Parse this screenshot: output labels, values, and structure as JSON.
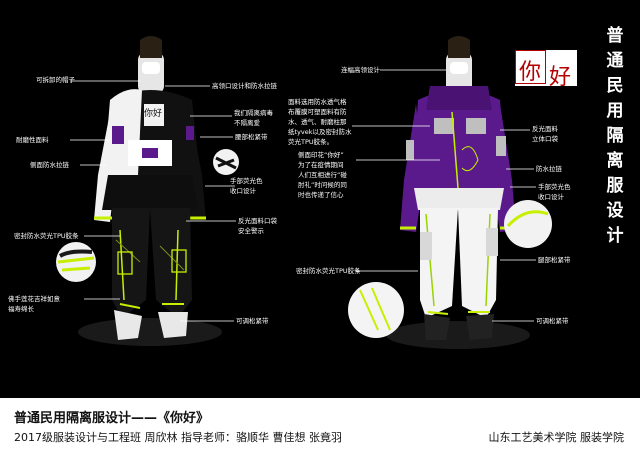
{
  "vertical_title": [
    "普",
    "通",
    "民",
    "用",
    "隔",
    "离",
    "服",
    "设",
    "计"
  ],
  "seal": [
    "你",
    "好"
  ],
  "chest_print": "你好",
  "annotations": {
    "left_hood": "可拆卸的帽子",
    "left_collar": "高领口设计和防水拉链",
    "left_isolation": "我们隔离病毒\n不隔离爱",
    "left_elastic_waist": "腰部松紧带",
    "left_breathable": "耐磨性面料",
    "left_zip": "侧面防水拉链",
    "left_hand_light": "手部荧光色\n收口设计",
    "left_reflect": "反光面料口袋\n安全警示",
    "left_sealed_tape": "密封防水荧光TPU胶条",
    "left_lotus": "佛手莲花吉祥如意\n福寿绵长",
    "left_adjust": "可调松紧带",
    "right_collar": "连幅高领设计",
    "right_fabric": "面料选用防水透气格\n布覆膜可塑面料有防\n水、透气、耐磨柱那\n纸tyvek以及密封防水\n荧光TPU胶条。",
    "right_reflect_pocket": "反光面料\n立体口袋",
    "right_zip": "防水拉链",
    "right_hand_light": "手部荧光色\n收口设计",
    "right_print": "侧面印花“你好”\n为了在疫情期间\n人们互相进行“碰\n肘礼”时问候的同\n时也传递了信心",
    "right_elastic_waist": "腿部松紧带",
    "right_sealed_tape": "密封防水荧光TPU胶条",
    "right_adjust": "可调松紧带"
  },
  "footer": {
    "title": "普通民用隔离服设计——《你好》",
    "credit": "2017级服装设计与工程班  周欣林  指导老师：骆顺华  曹佳想  张竟羽",
    "school": "山东工艺美术学院    服装学院"
  },
  "colors": {
    "background": "#000000",
    "neon": "#c6f000",
    "purple": "#5b1a8c",
    "seal_red": "#b30000",
    "jacket_white": "#f2f2f2"
  }
}
